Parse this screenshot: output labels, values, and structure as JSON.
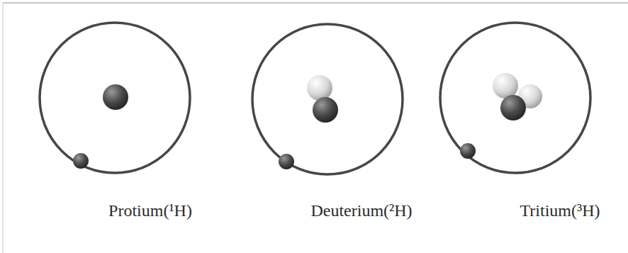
{
  "diagram": {
    "labels": [
      "Protium(¹H)",
      "Deuterium(²H)",
      "Tritium(³H)"
    ]
  }
}
